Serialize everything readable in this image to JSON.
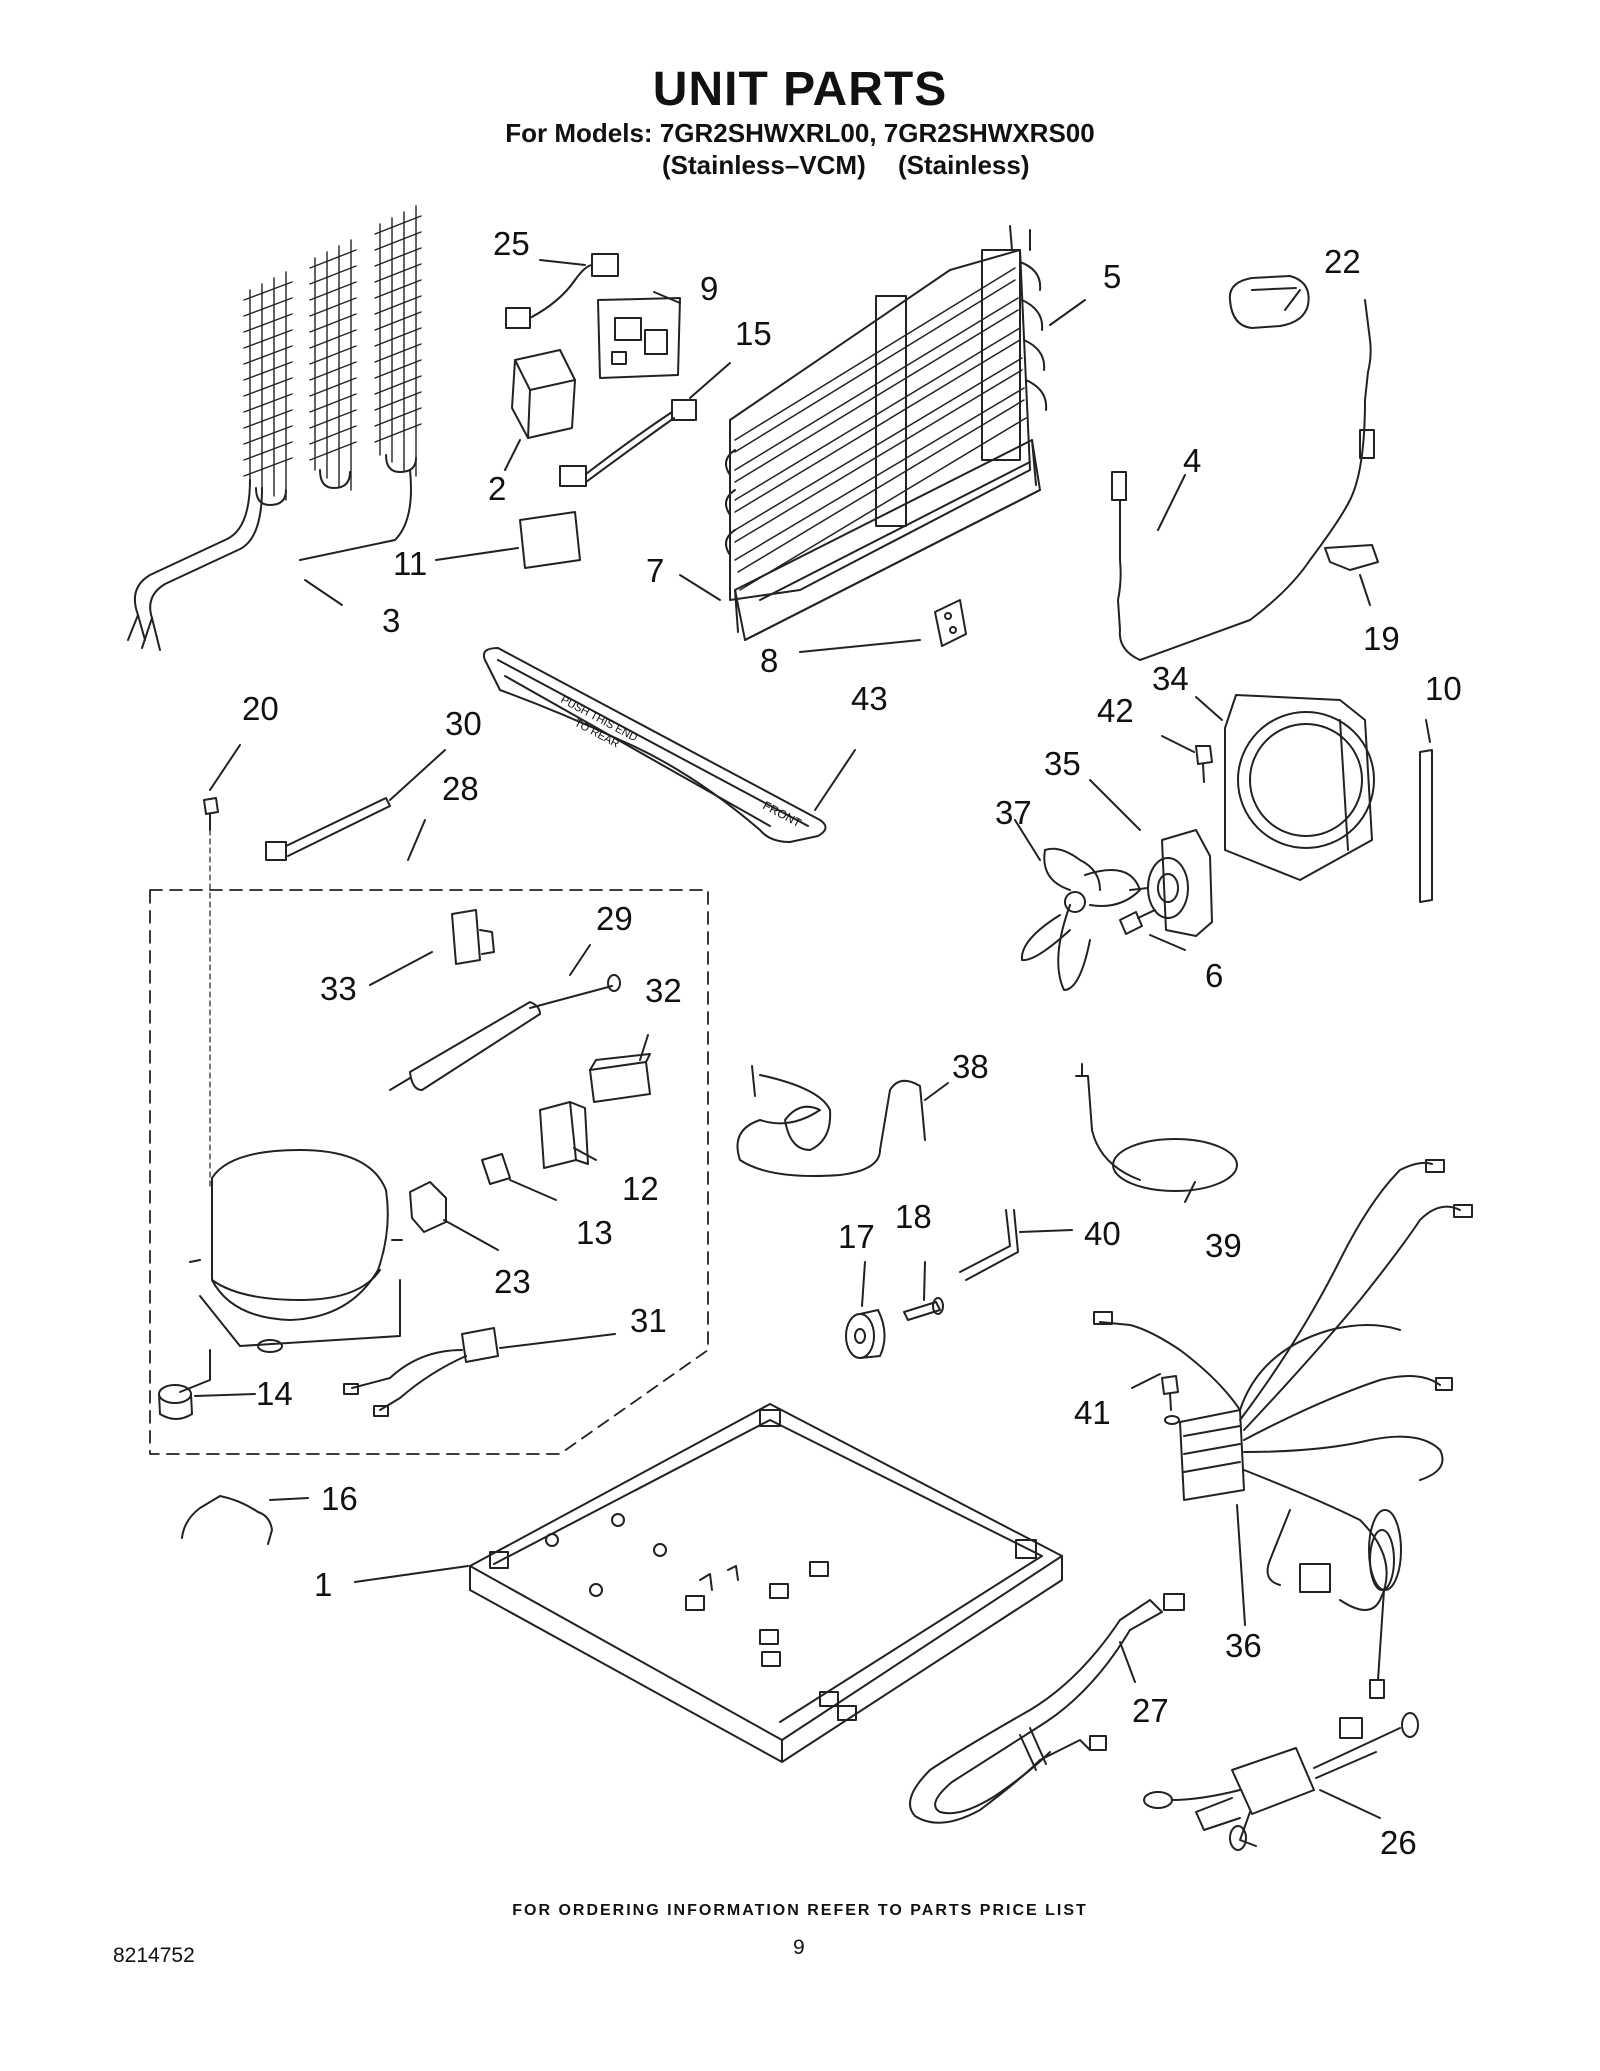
{
  "header": {
    "title": "UNIT PARTS",
    "models_line": "For Models: 7GR2SHWXRL00, 7GR2SHWXRS00",
    "finish_left": "(Stainless–VCM)",
    "finish_right": "(Stainless)"
  },
  "part_numbers": [
    "25",
    "9",
    "15",
    "2",
    "11",
    "3",
    "5",
    "7",
    "8",
    "22",
    "4",
    "19",
    "20",
    "30",
    "28",
    "43",
    "42",
    "34",
    "10",
    "35",
    "37",
    "6",
    "29",
    "33",
    "32",
    "12",
    "13",
    "23",
    "38",
    "17",
    "18",
    "40",
    "39",
    "14",
    "31",
    "41",
    "16",
    "1",
    "36",
    "27",
    "26"
  ],
  "tray_text": {
    "push_label": "PUSH THIS END",
    "to_rear_label": "TO REAR",
    "front_label": "FRONT"
  },
  "footer": {
    "ordering_note": "FOR ORDERING INFORMATION REFER TO PARTS PRICE LIST",
    "document_number": "8214752",
    "page_number": "9"
  }
}
